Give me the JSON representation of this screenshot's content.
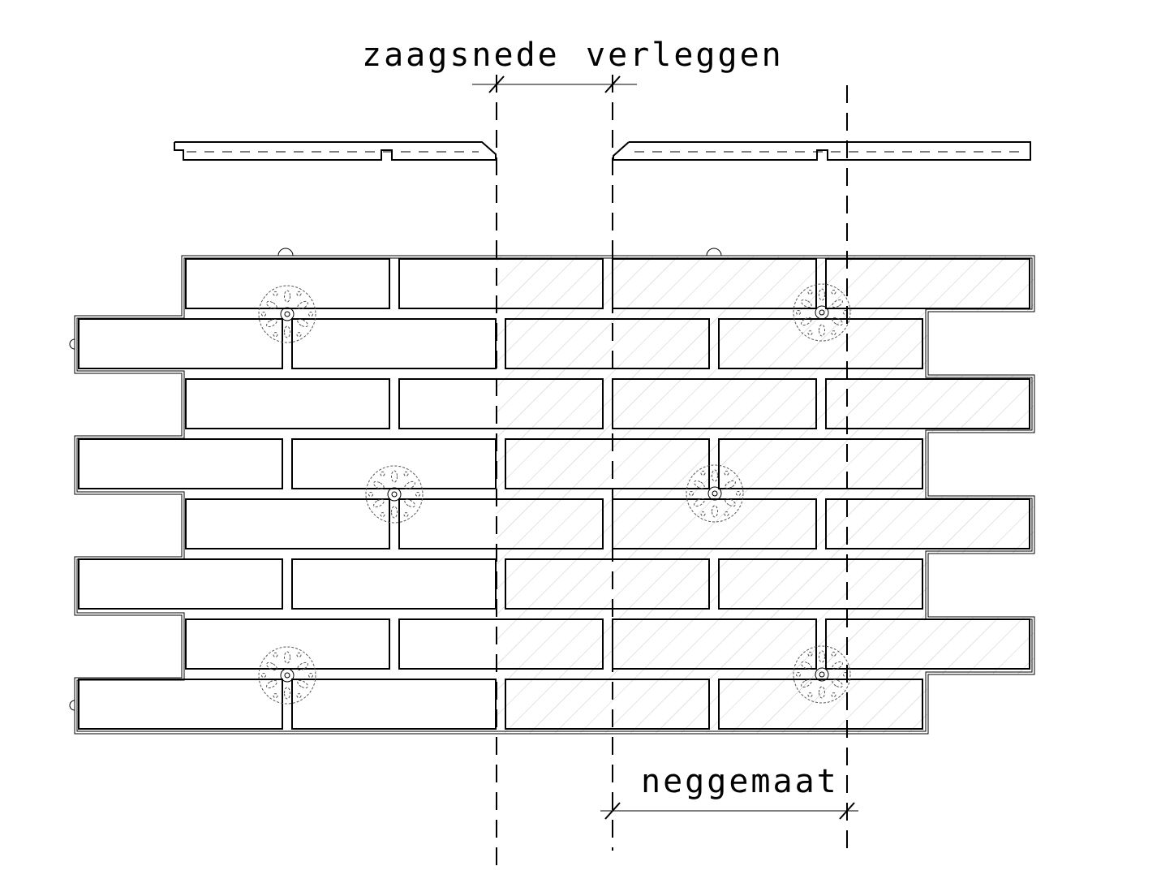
{
  "labels": {
    "saw_cut": "zaagsnede",
    "lay": "verleggen",
    "reveal": "neggemaat"
  },
  "colors": {
    "line": "#000000",
    "background": "#ffffff",
    "hatch": "#c8c8c8"
  }
}
